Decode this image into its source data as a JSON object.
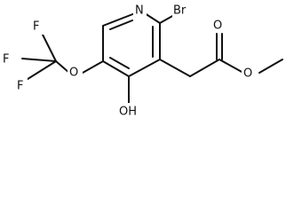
{
  "molecule": {
    "atoms": {
      "N": "N",
      "Br": "Br",
      "F1": "F",
      "F2": "F",
      "F3": "F",
      "O_ether": "O",
      "OH": "OH",
      "O_carbonyl": "O",
      "O_ester": "O"
    }
  }
}
